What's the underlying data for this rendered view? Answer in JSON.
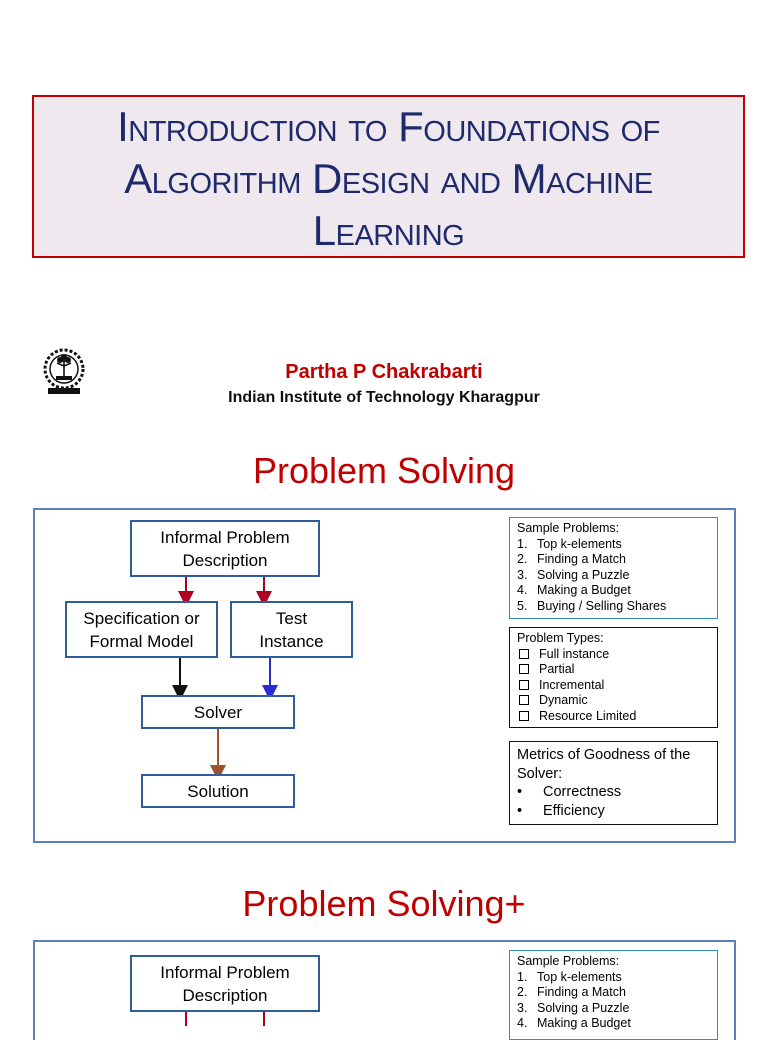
{
  "title": {
    "line1": "Introduction to Foundations of",
    "line2": "Algorithm Design and Machine",
    "line3": "Learning"
  },
  "author": {
    "name": "Partha P Chakrabarti",
    "institution": "Indian Institute of Technology Kharagpur",
    "logo_icon": "iit-kharagpur-logo"
  },
  "sections": [
    {
      "heading": "Problem Solving",
      "flow": {
        "informal": [
          "Informal Problem",
          "Description"
        ],
        "spec": [
          "Specification or",
          "Formal Model"
        ],
        "test": [
          "Test",
          "Instance"
        ],
        "solver": "Solver",
        "solution": "Solution"
      },
      "sample_problems": {
        "header": "Sample Problems:",
        "items": [
          {
            "num": "1.",
            "label": "Top k-elements"
          },
          {
            "num": "2.",
            "label": "Finding a Match"
          },
          {
            "num": "3.",
            "label": "Solving a Puzzle"
          },
          {
            "num": "4.",
            "label": "Making a Budget"
          },
          {
            "num": "5.",
            "label": "Buying / Selling Shares"
          }
        ]
      },
      "problem_types": {
        "header": "Problem Types:",
        "items": [
          "Full instance",
          "Partial",
          "Incremental",
          "Dynamic",
          "Resource Limited"
        ]
      },
      "metrics": {
        "header": "Metrics of Goodness of the Solver:",
        "bullet": "•",
        "items": [
          "Correctness",
          "Efficiency"
        ]
      }
    },
    {
      "heading": "Problem Solving+",
      "flow": {
        "informal": [
          "Informal Problem",
          "Description"
        ]
      },
      "sample_problems": {
        "header": "Sample Problems:",
        "items": [
          {
            "num": "1.",
            "label": "Top k-elements"
          },
          {
            "num": "2.",
            "label": "Finding a Match"
          },
          {
            "num": "3.",
            "label": "Solving a Puzzle"
          },
          {
            "num": "4.",
            "label": "Making a Budget"
          }
        ]
      }
    }
  ],
  "colors": {
    "title_red": "#c00000",
    "title_navy": "#1f2a6b",
    "panel_border": "#5b7fbf",
    "arrow_red": "#b00020",
    "arrow_blue": "#2b2bd6",
    "arrow_brown": "#a0522d"
  }
}
